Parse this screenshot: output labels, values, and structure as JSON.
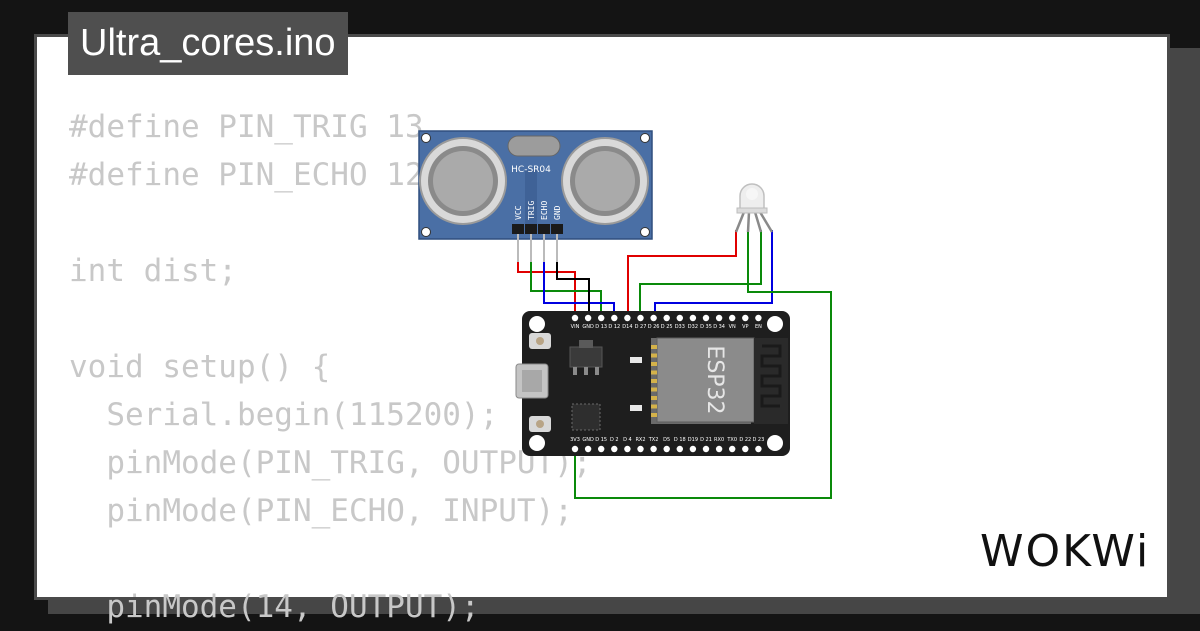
{
  "title": "Ultra_cores.ino",
  "code_lines": [
    "#define PIN_TRIG 13",
    "#define PIN_ECHO 12",
    "",
    "int dist;",
    "",
    "void setup() {",
    "  Serial.begin(115200);",
    "  pinMode(PIN_TRIG, OUTPUT);",
    "  pinMode(PIN_ECHO, INPUT);",
    "",
    "  pinMode(14, OUTPUT);"
  ],
  "sensor": {
    "name": "HC-SR04",
    "pins": [
      "VCC",
      "TRIG",
      "ECHO",
      "GND"
    ]
  },
  "board": {
    "chip_label": "ESP32",
    "top_pins": [
      "VIN",
      "GND",
      "D 13",
      "D 12",
      "D14",
      "D 27",
      "D 26",
      "D 25",
      "D33",
      "D32",
      "D 35",
      "D 34",
      "VN",
      "VP",
      "EN"
    ],
    "bottom_pins": [
      "3V3",
      "GND",
      "D 15",
      "D 2",
      "D 4",
      "RX2",
      "TX2",
      "D5",
      "D 18",
      "D19",
      "D 21",
      "RX0",
      "TX0",
      "D 22",
      "D 23"
    ]
  },
  "logo": "WOKWi",
  "colors": {
    "board": "#1e1e1e",
    "sensor": "#4a6fa5",
    "wire_red": "#e00000",
    "wire_green": "#0a8a0a",
    "wire_blue": "#0000e0",
    "wire_black": "#000000"
  }
}
